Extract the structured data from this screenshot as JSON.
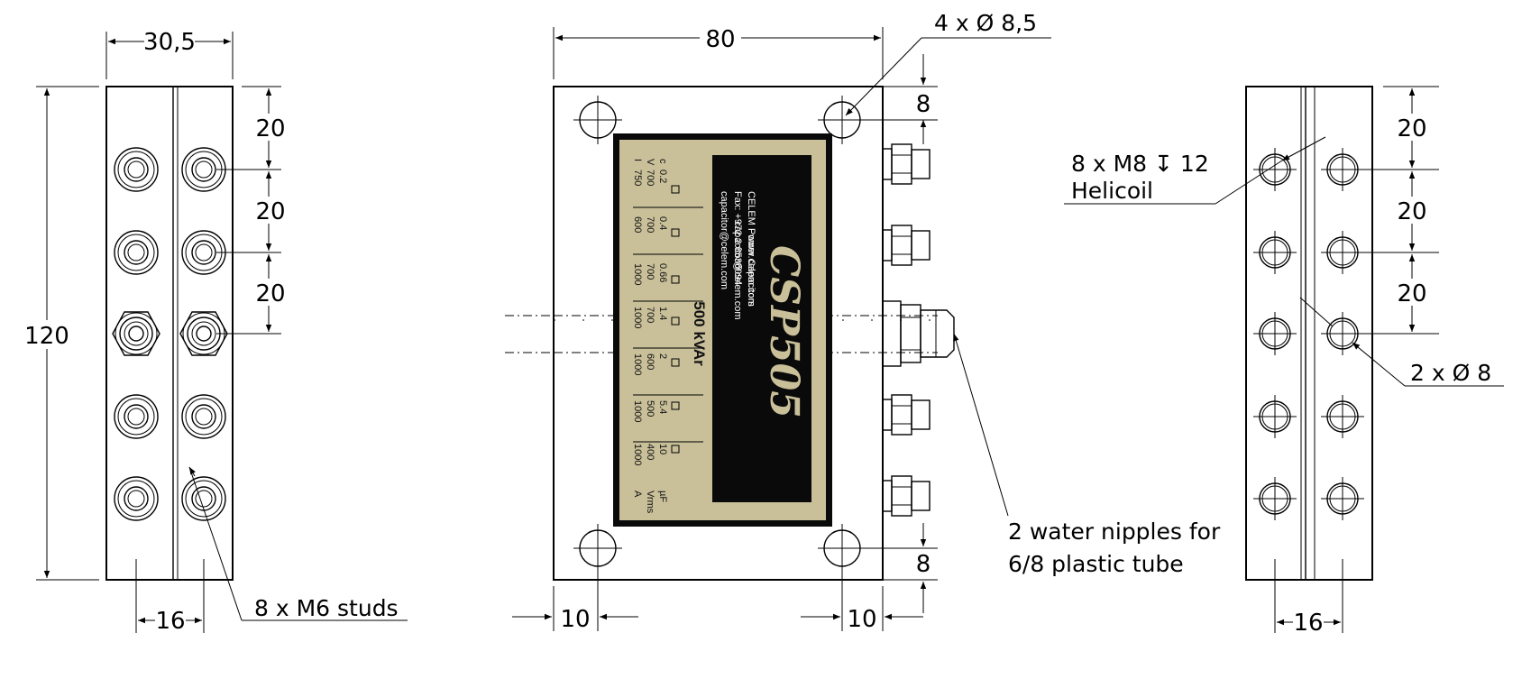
{
  "dimensions": {
    "left_width": "30,5",
    "left_height": "120",
    "left_pitch_1": "20",
    "left_pitch_2": "20",
    "left_pitch_3": "20",
    "left_spacing": "16",
    "front_width": "80",
    "front_top_offset": "8",
    "front_bottom_offset": "8",
    "front_left_offset": "10",
    "front_right_offset": "10",
    "right_pitch_1": "20",
    "right_pitch_2": "20",
    "right_pitch_3": "20",
    "right_spacing": "16"
  },
  "callouts": {
    "mount_holes": "4 x Ø 8,5",
    "studs": "8 x M6 studs",
    "helicoil_line1": "8 x M8 ↧ 12",
    "helicoil_line2": "Helicoil",
    "pin_holes": "2 x Ø 8",
    "nipples_line1": "2 water nipples for",
    "nipples_line2": "6/8 plastic tube"
  },
  "label": {
    "model": "CSP505",
    "rating": "500 kVAr",
    "company": "CELEM Power Capacitors",
    "fax": "Fax: +972 2 6536094",
    "email": "capacitor@celem.com",
    "website": "www.celem.com",
    "email2": "capacitor@celem.com",
    "row_labels": [
      "c",
      "V",
      "I"
    ],
    "units": [
      "µF",
      "Vrms",
      "A"
    ],
    "options": [
      {
        "c": "0.2",
        "v": "700",
        "i": "750"
      },
      {
        "c": "0.4",
        "v": "700",
        "i": "600"
      },
      {
        "c": "0.66",
        "v": "700",
        "i": "1000"
      },
      {
        "c": "1.4",
        "v": "700",
        "i": "1000"
      },
      {
        "c": "2",
        "v": "600",
        "i": "1000"
      },
      {
        "c": "5.4",
        "v": "500",
        "i": "1000"
      },
      {
        "c": "10",
        "v": "400",
        "i": "1000"
      }
    ]
  },
  "colors": {
    "label_bg": "#c9c09a",
    "label_dark": "#0a0a0a"
  }
}
